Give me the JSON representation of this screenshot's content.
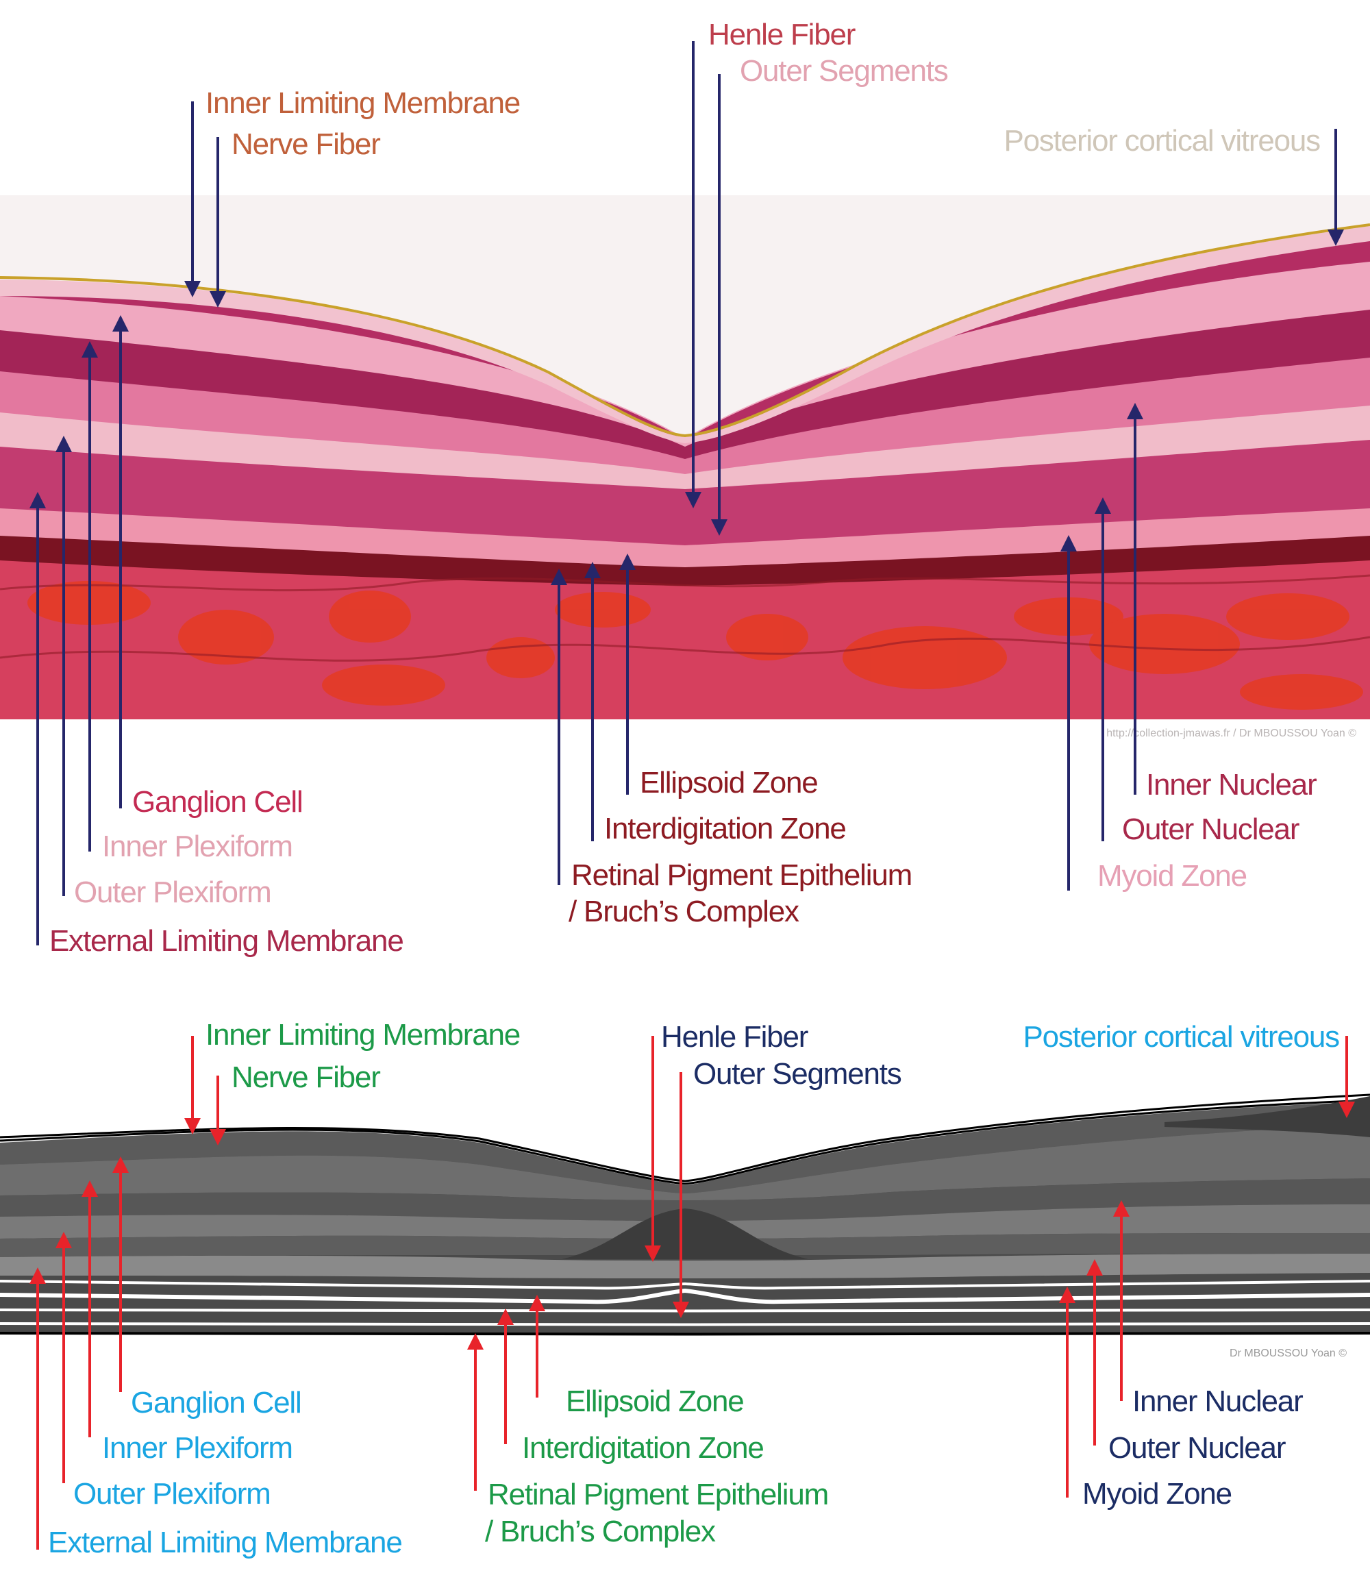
{
  "colors": {
    "top_arrows": "#25266a",
    "bottom_arrows": "#e8232a",
    "orange": "#c0603a",
    "rose": "#c32a52",
    "pink": "#e2a2b0",
    "pink_light": "#e6a0b4",
    "maroon_top": "#a8284a",
    "dark_red": "#8d1b22",
    "vitreous_top": "#cfc6b8",
    "henle_top": "#bd3e4c",
    "green": "#1c9a48",
    "cyan": "#1aa5e2",
    "navy": "#1b2c64"
  },
  "top_panel": {
    "labels": {
      "ilm": "Inner Limiting Membrane",
      "nfl": "Nerve Fiber",
      "henle": "Henle Fiber",
      "outer_segments": "Outer Segments",
      "vitreous": "Posterior cortical vitreous",
      "ganglion": "Ganglion Cell",
      "ipl": "Inner Plexiform",
      "opl": "Outer Plexiform",
      "elm": "External Limiting Membrane",
      "ellipsoid": "Ellipsoid Zone",
      "interdigitation": "Interdigitation Zone",
      "rpe_1": "Retinal Pigment Epithelium",
      "rpe_2": "/ Bruch’s Complex",
      "inl": "Inner Nuclear",
      "onl": "Outer Nuclear",
      "myoid": "Myoid Zone"
    },
    "credit": "http://collection-jmawas.fr / Dr MBOUSSOU Yoan ©"
  },
  "bottom_panel": {
    "labels": {
      "ilm": "Inner Limiting Membrane",
      "nfl": "Nerve Fiber",
      "henle": "Henle Fiber",
      "outer_segments": "Outer Segments",
      "vitreous": "Posterior cortical vitreous",
      "ganglion": "Ganglion Cell",
      "ipl": "Inner Plexiform",
      "opl": "Outer Plexiform",
      "elm": "External Limiting Membrane",
      "ellipsoid": "Ellipsoid Zone",
      "interdigitation": "Interdigitation Zone",
      "rpe_1": "Retinal Pigment Epithelium",
      "rpe_2": "/ Bruch’s Complex",
      "inl": "Inner Nuclear",
      "onl": "Outer Nuclear",
      "myoid": "Myoid Zone"
    },
    "credit": "Dr MBOUSSOU Yoan ©"
  }
}
